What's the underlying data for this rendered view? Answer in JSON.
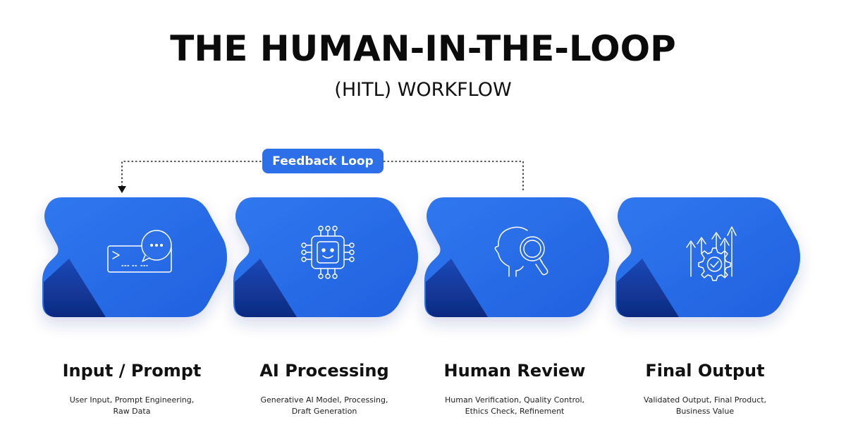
{
  "header": {
    "title": "THE HUMAN-IN-THE-LOOP",
    "subtitle": "(HITL) WORKFLOW"
  },
  "feedback_label": "Feedback Loop",
  "colors": {
    "primary": "#2c6fe8",
    "dark": "#0f2f86",
    "text": "#111111"
  },
  "steps": [
    {
      "title": "Input / Prompt",
      "description": "User Input, Prompt Engineering, Raw Data",
      "icon": "chat-terminal-icon"
    },
    {
      "title": "AI Processing",
      "description": "Generative AI Model, Processing, Draft Generation",
      "icon": "ai-chip-icon"
    },
    {
      "title": "Human Review",
      "description": "Human Verification, Quality Control, Ethics Check, Refinement",
      "icon": "head-magnifier-icon"
    },
    {
      "title": "Final Output",
      "description": "Validated Output, Final Product, Business Value",
      "icon": "gear-growth-icon"
    }
  ]
}
